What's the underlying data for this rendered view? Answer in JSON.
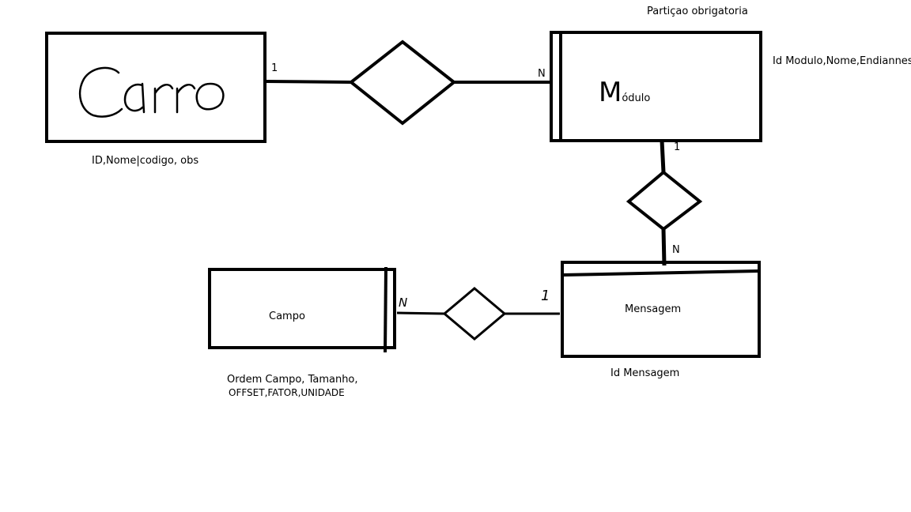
{
  "diagram": {
    "entities": {
      "carro": {
        "name": "Carro",
        "attributes": "ID,Nome|codigo, obs"
      },
      "modulo": {
        "name_initial": "M",
        "name_rest": "ódulo",
        "note": "Partiçao obrigatoria",
        "attributes": "Id Modulo,Nome,Endiannes"
      },
      "mensagem": {
        "name": "Mensagem",
        "attributes": "Id Mensagem"
      },
      "campo": {
        "name": "Campo",
        "attributes_line1": "Ordem Campo, Tamanho,",
        "attributes_line2": "OFFSET,FATOR,UNIDADE"
      }
    },
    "cardinalities": {
      "carro_side": "1",
      "modulo_side_from_carro": "N",
      "modulo_side_to_mensagem": "1",
      "mensagem_side_from_modulo": "N",
      "campo_side": "N",
      "mensagem_side_to_campo": "1"
    },
    "colors": {
      "stroke": "#000000",
      "background": "#ffffff"
    }
  }
}
